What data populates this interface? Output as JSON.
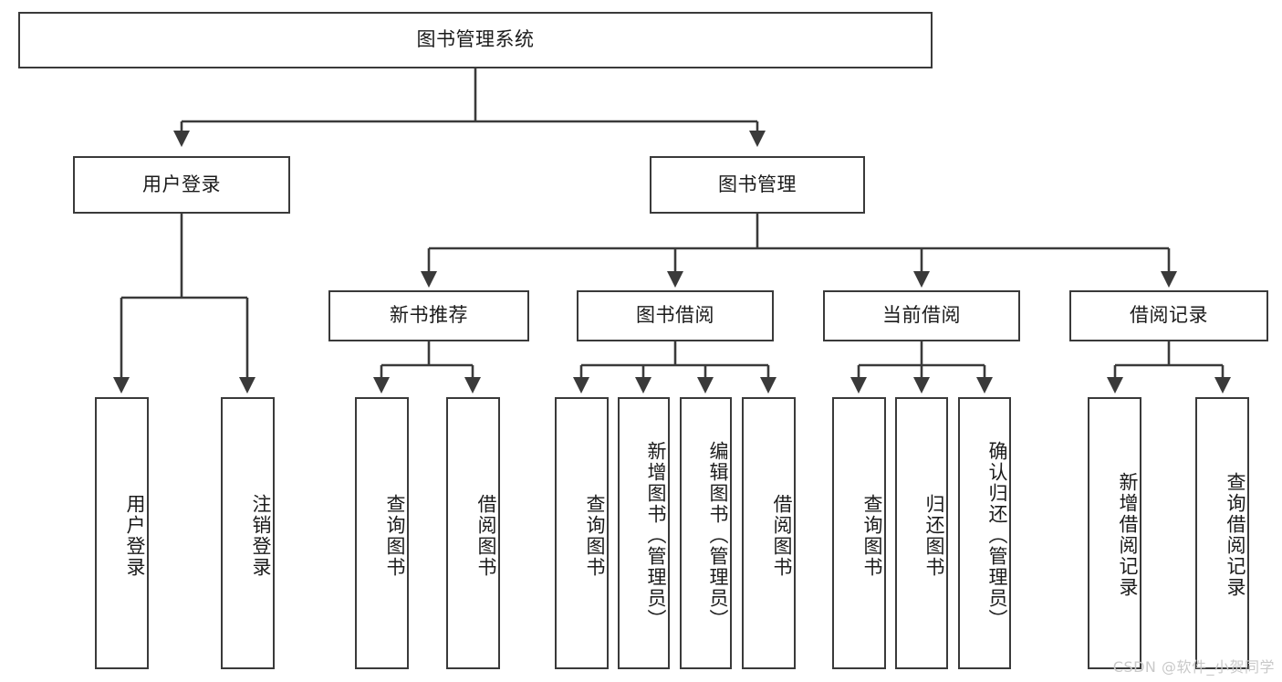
{
  "diagram": {
    "type": "tree",
    "title": "图书管理系统",
    "orientation": "top-down",
    "watermark": "CSDN @软件_小贺同学",
    "colors": {
      "stroke": "#3a3a3a",
      "fill": "#ffffff",
      "text": "#1b1b1b",
      "watermark": "#c9c9c9"
    },
    "nodes": {
      "root": {
        "label": "图书管理系统"
      },
      "level2": [
        {
          "id": "user_login",
          "label": "用户登录"
        },
        {
          "id": "book_manage",
          "label": "图书管理"
        }
      ],
      "level3": [
        {
          "id": "new_book_rec",
          "label": "新书推荐"
        },
        {
          "id": "book_borrow",
          "label": "图书借阅"
        },
        {
          "id": "current_borrow",
          "label": "当前借阅"
        },
        {
          "id": "borrow_record",
          "label": "借阅记录"
        }
      ],
      "leaves": {
        "user_login": [
          {
            "id": "leaf_user_login",
            "label": "用户登录"
          },
          {
            "id": "leaf_logout",
            "label": "注销登录"
          }
        ],
        "new_book_rec": [
          {
            "id": "leaf_query_book_1",
            "label": "查询图书"
          },
          {
            "id": "leaf_borrow_book_1",
            "label": "借阅图书"
          }
        ],
        "book_borrow": [
          {
            "id": "leaf_query_book_2",
            "label": "查询图书"
          },
          {
            "id": "leaf_add_book",
            "label": "新增图书（管理员）"
          },
          {
            "id": "leaf_edit_book",
            "label": "编辑图书（管理员）"
          },
          {
            "id": "leaf_borrow_book_2",
            "label": "借阅图书"
          }
        ],
        "current_borrow": [
          {
            "id": "leaf_query_book_3",
            "label": "查询图书"
          },
          {
            "id": "leaf_return_book",
            "label": "归还图书"
          },
          {
            "id": "leaf_confirm_return",
            "label": "确认归还（管理员）"
          }
        ],
        "borrow_record": [
          {
            "id": "leaf_add_record",
            "label": "新增借阅记录"
          },
          {
            "id": "leaf_query_record",
            "label": "查询借阅记录"
          }
        ]
      }
    }
  }
}
